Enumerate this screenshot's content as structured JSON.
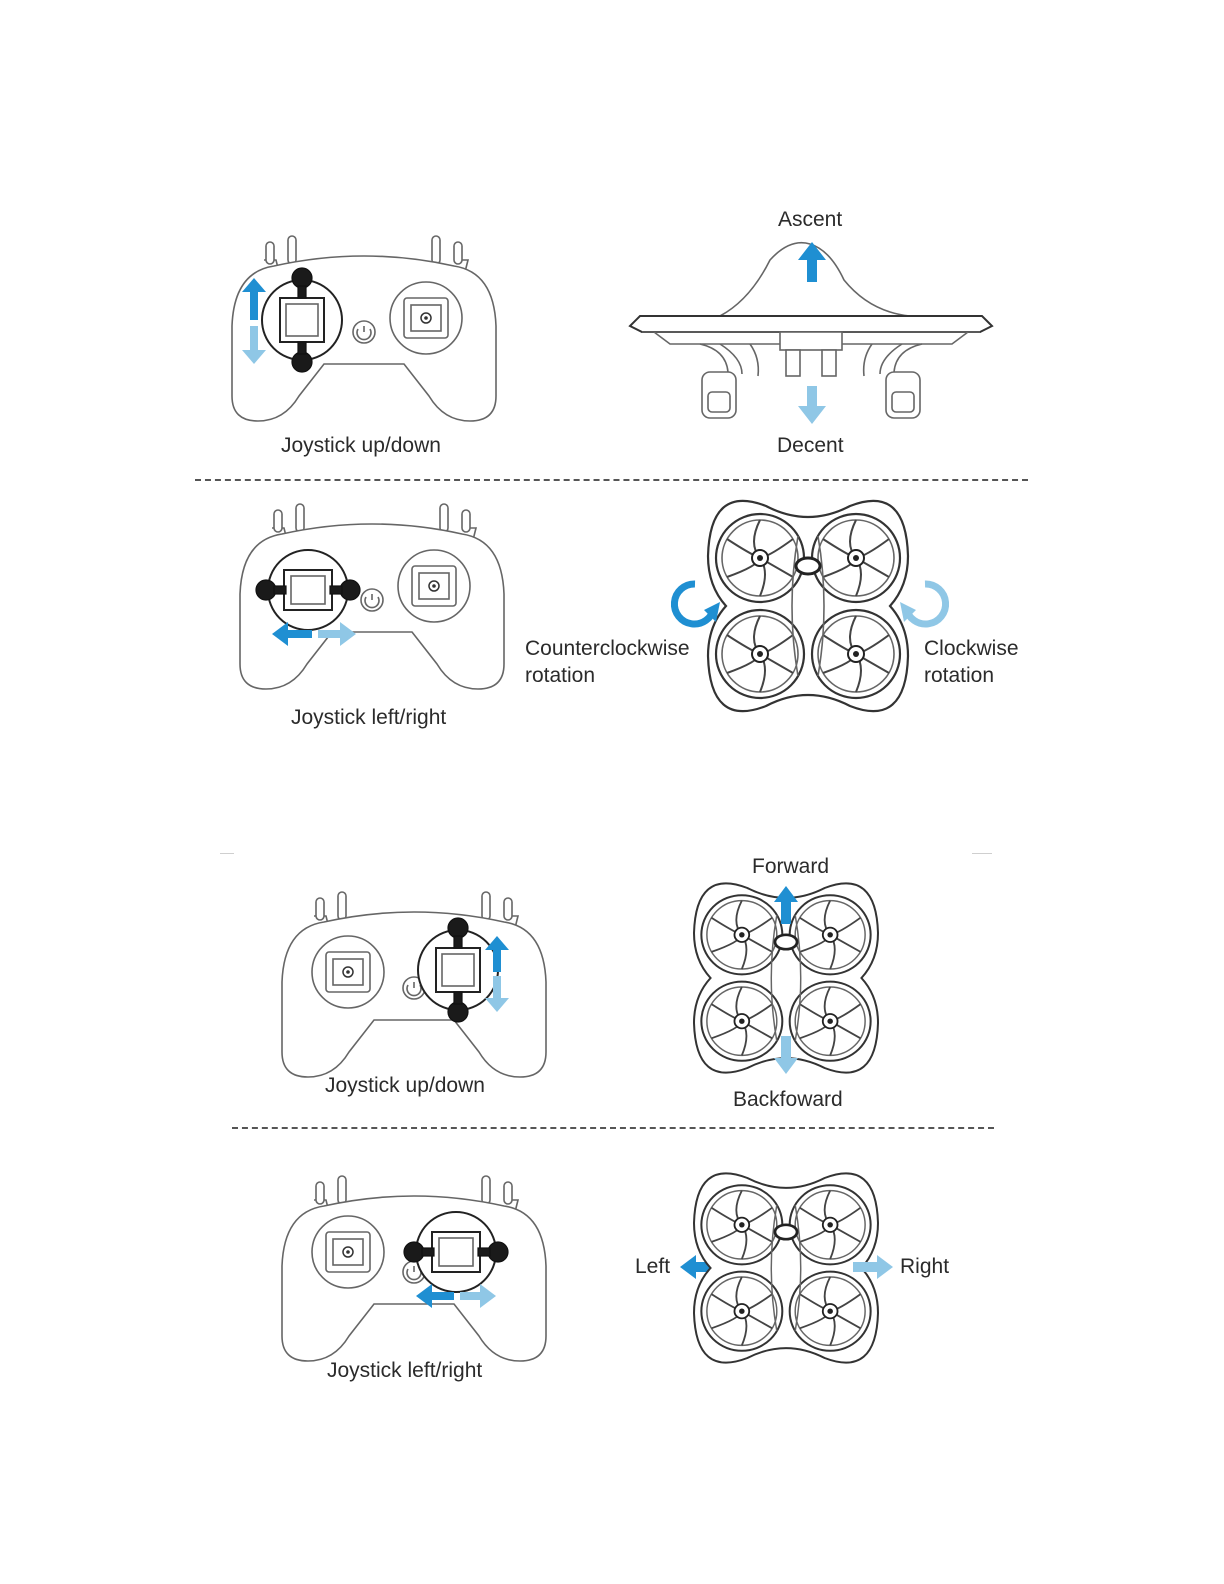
{
  "colors": {
    "arrow_primary": "#1f8fd2",
    "arrow_light": "#8fc7e6",
    "line": "#666666"
  },
  "section1": {
    "row1": {
      "controller_caption": "Joystick up/down",
      "drone_top_label": "Ascent",
      "drone_bottom_label": "Decent"
    },
    "row2": {
      "controller_caption": "Joystick left/right",
      "left_label_line1": "Counterclockwise",
      "left_label_line2": "rotation",
      "right_label_line1": "Clockwise",
      "right_label_line2": "rotation"
    }
  },
  "section2": {
    "row1": {
      "controller_caption": "Joystick up/down",
      "drone_top_label": "Forward",
      "drone_bottom_label": "Backfoward"
    },
    "row2": {
      "controller_caption": "Joystick left/right",
      "drone_left_label": "Left",
      "drone_right_label": "Right"
    }
  },
  "icons": [
    "controller-icon",
    "drone-side-icon",
    "drone-top-icon",
    "arrow-up-icon",
    "arrow-down-icon",
    "arrow-left-icon",
    "arrow-right-icon",
    "rotate-ccw-icon",
    "rotate-cw-icon",
    "power-icon"
  ]
}
